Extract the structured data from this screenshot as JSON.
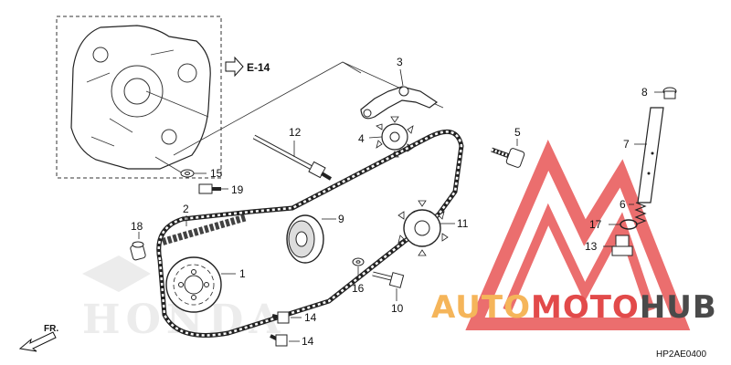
{
  "reference": "E-14",
  "diagram_code": "HP2AE0400",
  "direction_label": "FR.",
  "brand_watermark": "HONDA",
  "shop_watermark": {
    "part1": "AUTO",
    "part2": "MOTO",
    "part3": "HUB",
    "color_orange": "#f5b55a",
    "color_red": "#e24a4a",
    "color_dark": "#4a4a4a"
  },
  "callouts": [
    {
      "id": "1",
      "label": "1"
    },
    {
      "id": "2",
      "label": "2"
    },
    {
      "id": "3",
      "label": "3"
    },
    {
      "id": "4",
      "label": "4"
    },
    {
      "id": "5",
      "label": "5"
    },
    {
      "id": "6",
      "label": "6"
    },
    {
      "id": "7",
      "label": "7"
    },
    {
      "id": "8",
      "label": "8"
    },
    {
      "id": "9",
      "label": "9"
    },
    {
      "id": "10",
      "label": "10"
    },
    {
      "id": "11",
      "label": "11"
    },
    {
      "id": "12",
      "label": "12"
    },
    {
      "id": "13",
      "label": "13"
    },
    {
      "id": "14a",
      "label": "14"
    },
    {
      "id": "14b",
      "label": "14"
    },
    {
      "id": "15",
      "label": "15"
    },
    {
      "id": "16",
      "label": "16"
    },
    {
      "id": "17",
      "label": "17"
    },
    {
      "id": "18",
      "label": "18"
    },
    {
      "id": "19",
      "label": "19"
    }
  ]
}
